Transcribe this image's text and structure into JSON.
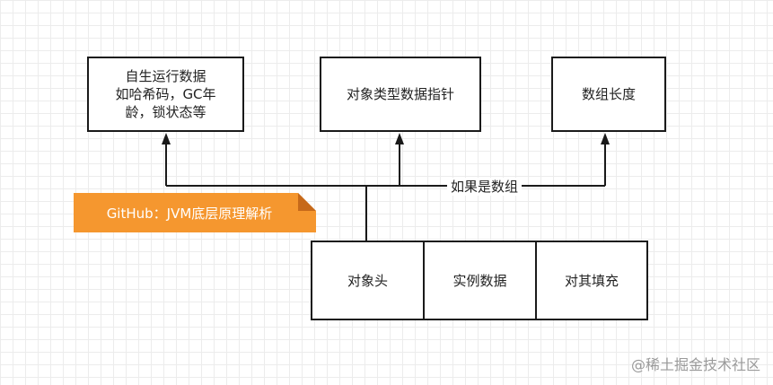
{
  "boxes": {
    "mark_word": "自生运行数据\n如哈希码，GC年\n龄，锁状态等",
    "klass_pointer": "对象类型数据指针",
    "array_length": "数组长度"
  },
  "object_layout": {
    "header": "对象头",
    "instance_data": "实例数据",
    "padding": "对其填充"
  },
  "edge_label": "如果是数组",
  "note": "GitHub：JVM底层原理解析",
  "watermark": "@稀土掘金技术社区",
  "colors": {
    "note_fill": "#f5972f",
    "note_fold": "#c6691a",
    "stroke": "#1a1a1a"
  }
}
